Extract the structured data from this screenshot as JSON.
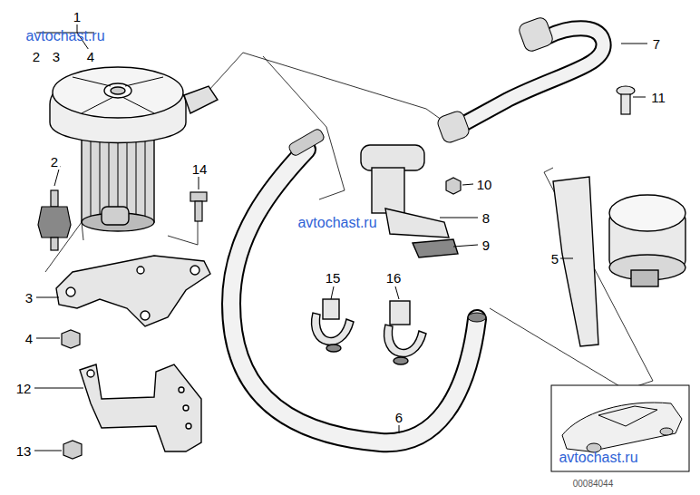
{
  "diagram": {
    "labels": [
      "avtochast.ru",
      "1",
      "2",
      "3",
      "4",
      "7",
      "11",
      "2",
      "14",
      "10",
      "avtochast.ru",
      "8",
      "9",
      "5",
      "3",
      "15",
      "16",
      "4",
      "12",
      "6",
      "13",
      "avtochast.ru",
      "00084044"
    ]
  }
}
